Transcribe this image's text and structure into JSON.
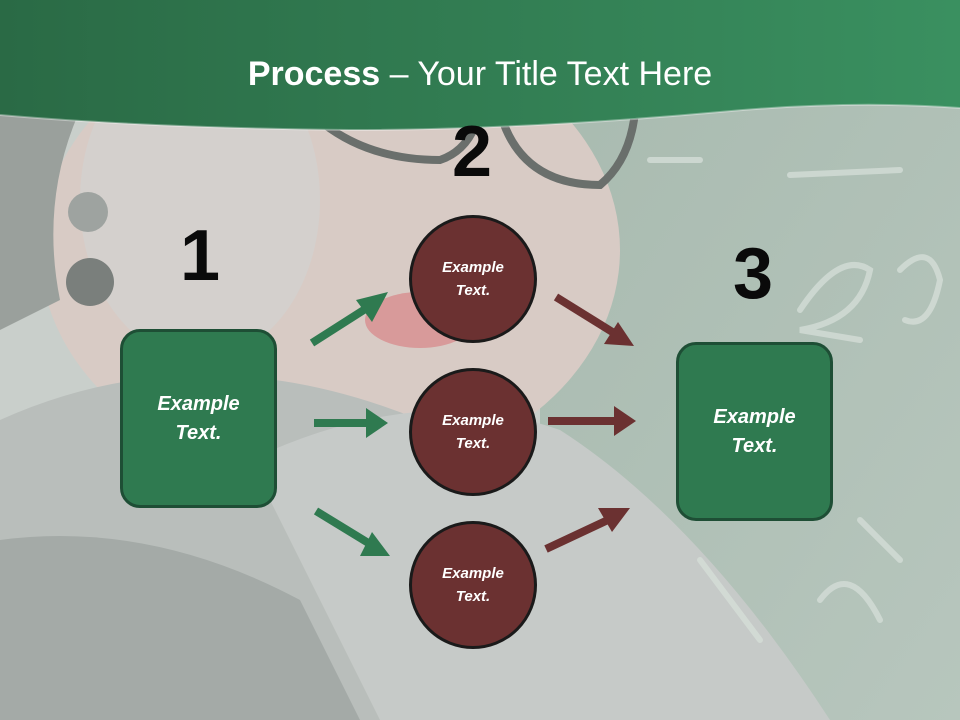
{
  "slide": {
    "title_bold": "Process",
    "title_rest": " – Your Title Text Here",
    "numbers": [
      "1",
      "2",
      "3"
    ],
    "left_box": "Example Text.",
    "right_box": "Example Text.",
    "circles": [
      "Example Text.",
      "Example Text.",
      "Example Text."
    ]
  },
  "colors": {
    "header_green": "#2e7a4e",
    "box_green": "#2f7a50",
    "circle_maroon": "#6b3131",
    "arrow_green": "#2f7a50",
    "arrow_maroon": "#6b3131"
  }
}
